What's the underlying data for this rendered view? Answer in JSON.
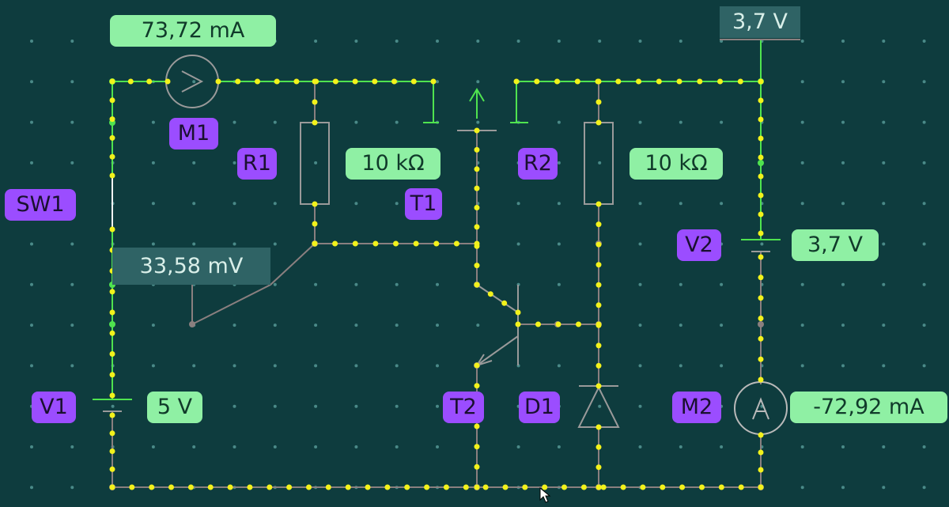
{
  "components": {
    "M1": "M1",
    "R1": "R1",
    "R2": "R2",
    "T1": "T1",
    "T2": "T2",
    "D1": "D1",
    "SW1": "SW1",
    "V1": "V1",
    "V2": "V2",
    "M2": "M2"
  },
  "readings": {
    "m1_current": "73,72 mA",
    "r1_value": "10 kΩ",
    "r2_value": "10 kΩ",
    "v1_value": "5 V",
    "v2_value": "3,7 V",
    "m2_current": "-72,92 mA",
    "probe_voltage": "33,58 mV",
    "top_voltage": "3,7 V"
  },
  "colors": {
    "background": "#0e3c3e",
    "wire_active": "#4fe34f",
    "wire_idle": "#8a7f7f",
    "current_dot": "#f2f21b",
    "label_purple": "#9b4dff",
    "label_green": "#8ff0a4"
  }
}
